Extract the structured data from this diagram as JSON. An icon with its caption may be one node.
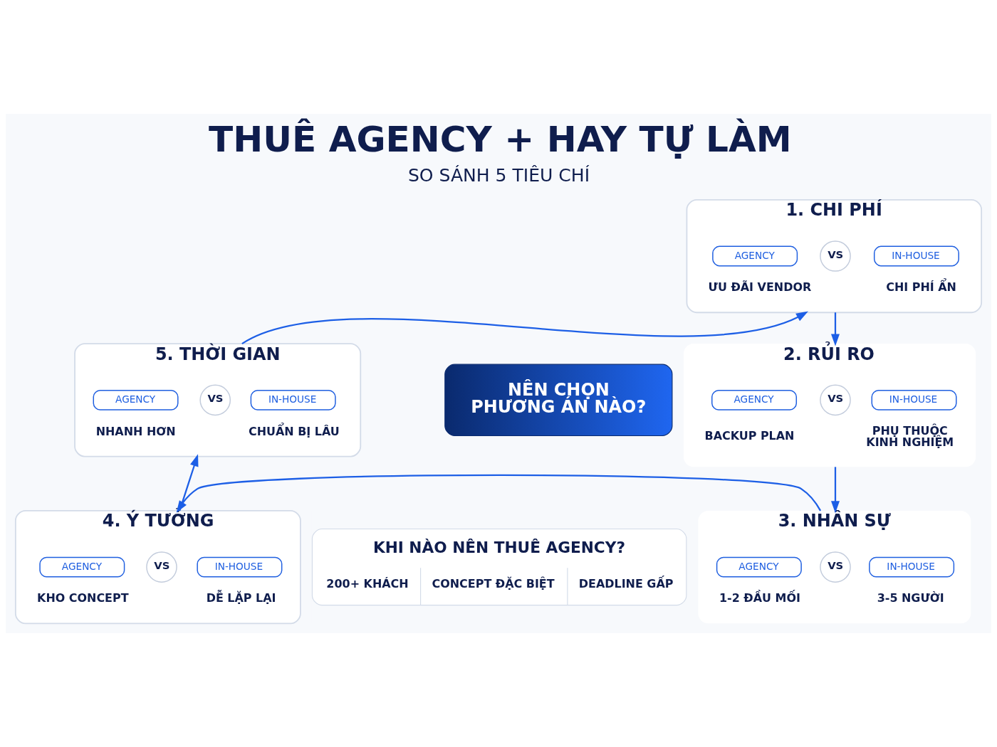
{
  "diagram": {
    "title": "THUÊ AGENCY + HAY TỰ LÀM",
    "caption": "SO SÁNH 5 TIÊU CHÍ",
    "nodes": [
      {
        "text": [
          "1. CHI PHÍ",
          "ƯU ĐÃI VENDOR",
          "CHI PHÍ ẨN"
        ]
      },
      {
        "text": [
          "AGENCY"
        ],
        "in": 0
      },
      {
        "text": [
          "VS"
        ],
        "in": 0
      },
      {
        "text": [
          "IN-HOUSE"
        ],
        "in": 0
      },
      {
        "text": [
          "2. RỦI RO",
          "BACKUP PLAN",
          "PHỤ THUỘC KINH NGHIỆM"
        ]
      },
      {
        "text": [
          "AGENCY"
        ],
        "in": 4
      },
      {
        "text": [
          "VS"
        ],
        "in": 4
      },
      {
        "text": [
          "IN-HOUSE"
        ],
        "in": 4
      },
      {
        "text": [
          "3. NHÂN SỰ",
          "1-2 ĐẦU MỐI",
          "3-5 NGƯỜI"
        ]
      },
      {
        "text": [
          "AGENCY"
        ],
        "in": 8
      },
      {
        "text": [
          "VS"
        ],
        "in": 8
      },
      {
        "text": [
          "IN-HOUSE"
        ],
        "in": 8
      },
      {
        "text": [
          "4. Ý TƯỞNG",
          "KHO CONCEPT",
          "DỄ LẶP LẠI"
        ]
      },
      {
        "text": [
          "AGENCY"
        ],
        "in": 12
      },
      {
        "text": [
          "VS"
        ],
        "in": 12
      },
      {
        "text": [
          "IN-HOUSE"
        ],
        "in": 12
      },
      {
        "text": [
          "5. THỜI GIAN",
          "NHANH HƠN",
          "CHUẨN BỊ LÂU"
        ]
      },
      {
        "text": [
          "AGENCY"
        ],
        "in": 16
      },
      {
        "text": [
          "VS"
        ],
        "in": 16
      },
      {
        "text": [
          "IN-HOUSE"
        ],
        "in": 16
      },
      {
        "text": [
          "NÊN CHỌN PHƯƠNG ÁN NÀO?"
        ]
      },
      {
        "text": [
          "KHI NÀO NÊN THUÊ AGENCY?",
          "200+ KHÁCH",
          "CONCEPT ĐẶC BIỆT",
          "DEADLINE GẤP"
        ]
      }
    ],
    "edges": [
      {
        "from": 0,
        "to": 4,
        "arrow": "to"
      },
      {
        "from": 4,
        "to": 8,
        "arrow": "to"
      },
      {
        "from": 8,
        "to": 12,
        "arrow": "to"
      },
      {
        "from": 12,
        "to": 16,
        "arrow": "to"
      },
      {
        "from": 16,
        "to": 0,
        "arrow": "to"
      }
    ]
  }
}
